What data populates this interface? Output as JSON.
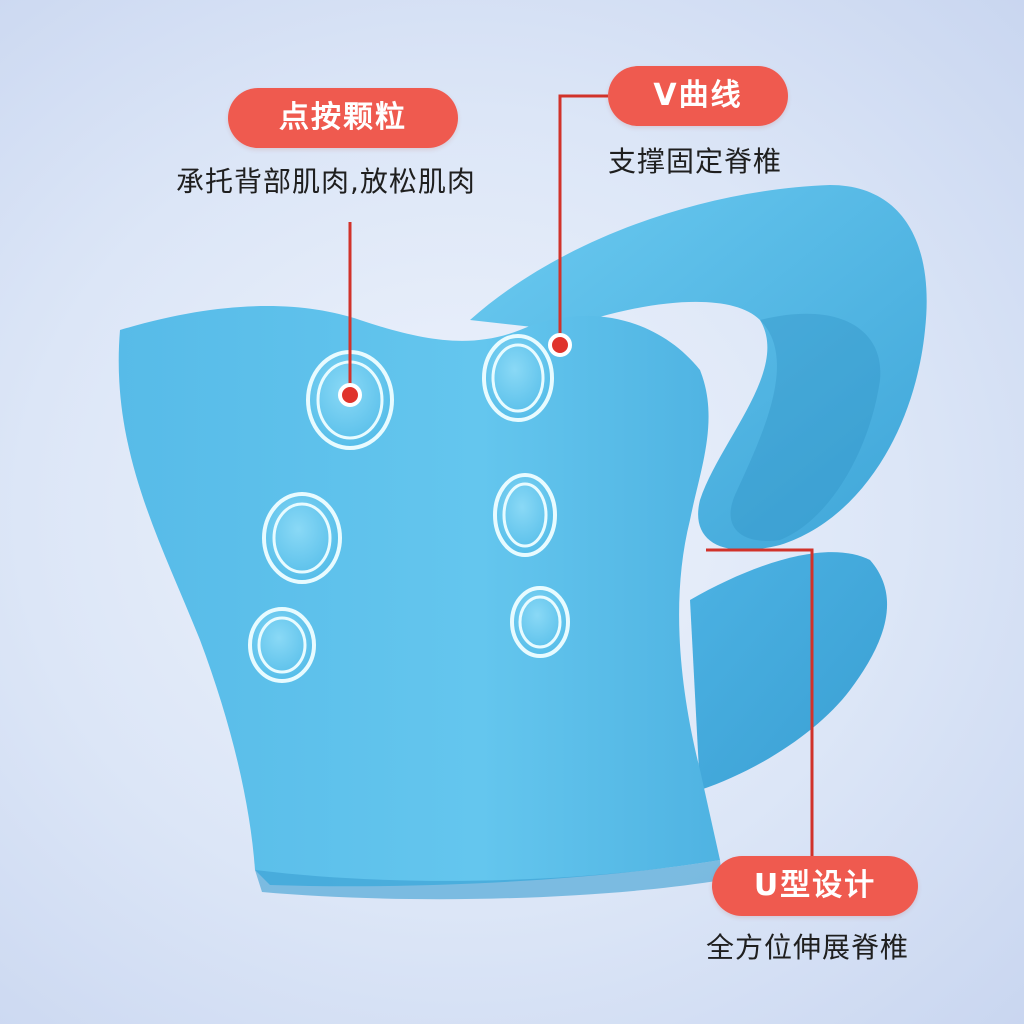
{
  "colors": {
    "background": "#dce6f7",
    "pillow": "#5cc0ea",
    "pillow_shadow": "#3fa6d6",
    "pill": "#ef5a4f",
    "leader": "#d1322a",
    "bump_ring": "#e8fbff"
  },
  "callouts": {
    "dots": {
      "title": "点按颗粒",
      "caption": "承托背部肌肉,放松肌肉"
    },
    "v_curve": {
      "title": "V曲线",
      "caption": "支撑固定脊椎"
    },
    "u_design": {
      "title": "U型设计",
      "caption": "全方位伸展脊椎"
    }
  },
  "product": {
    "icon": "neck-pillow-illustration",
    "bump_count": 6
  }
}
